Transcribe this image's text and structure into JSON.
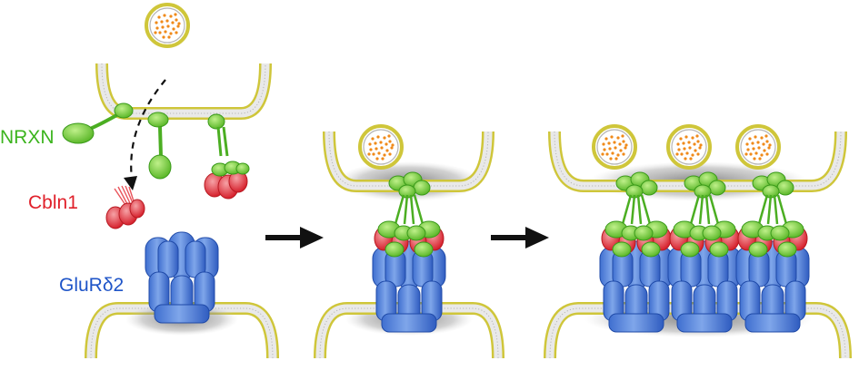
{
  "labels": {
    "nrxn": "NRXN",
    "cbln1": "Cbln1",
    "glurd2": "GluRδ2"
  },
  "colors": {
    "nrxn": "#3cb41e",
    "cbln1": "#e0202a",
    "glurd2": "#1f55c8",
    "membrane_edge": "#c8bd1a",
    "arrow": "#111111"
  },
  "stages": [
    {
      "name": "before-contact",
      "vesicles": 1,
      "complexes": 0
    },
    {
      "name": "single-complex",
      "vesicles": 1,
      "complexes": 1
    },
    {
      "name": "clustered-complexes",
      "vesicles": 3,
      "complexes": 3
    }
  ]
}
